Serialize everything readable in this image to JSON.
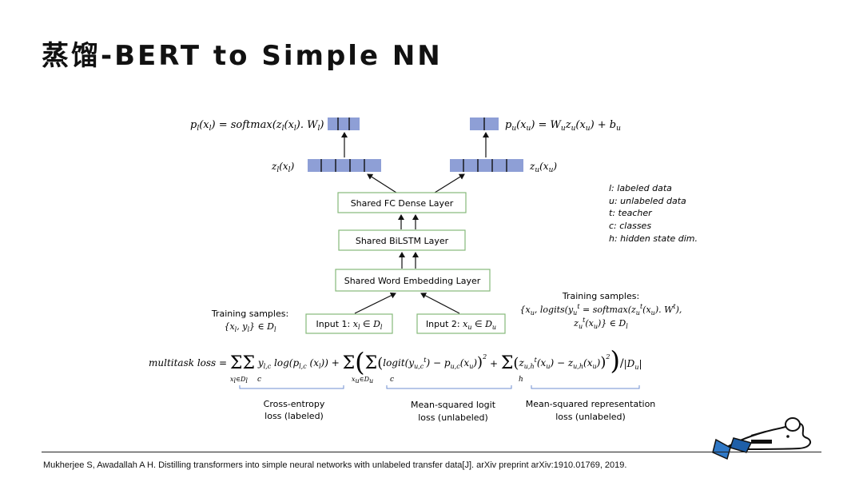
{
  "slide": {
    "title": "蒸馏-BERT to Simple NN",
    "citation": "Mukherjee S, Awadallah A H. Distilling transformers into simple neural networks with unlabeled transfer data[J]. arXiv preprint arXiv:1910.01769, 2019."
  },
  "diagram": {
    "p_l_label": "p_l(x_l) = softmax(z_l(x_l). W_l)",
    "p_u_label": "p_u(x_u) = W_u z_u(x_u) + b_u",
    "z_l_label": "z_l(x_l)",
    "z_u_label": "z_u(x_u)",
    "layers": {
      "fc": "Shared FC Dense Layer",
      "bilstm": "Shared BiLSTM Layer",
      "embedding": "Shared Word Embedding Layer"
    },
    "inputs": {
      "input1": "Input 1: x_l ∈ D_l",
      "input2": "Input 2: x_u ∈ D_u"
    },
    "training_left": {
      "line1": "Training samples:",
      "line2": "{x_l, y_l} ∈ D_l"
    },
    "training_right": {
      "line1": "Training samples:",
      "line2": "{x_u, logits(y_u^t = softmax(z_u^t(x_u). W^t),",
      "line3": "z_u^t(x_u)} ∈ D_l"
    },
    "legend": [
      "l: labeled data",
      "u: unlabeled data",
      "t: teacher",
      "c: classes",
      "h: hidden state dim."
    ],
    "loss_formula": "multitask loss = Σ_{x_l∈D_l} Σ_c y_{l,c} log(p_{l,c}(x_l)) + Σ_{x_u∈D_u} ( Σ_c (logit(y_{u,c}^t) − p_{u,c}(x_u))² + Σ_h (z_{u,h}^t(x_u) − z_{u,h}(x_u))² ) / |D_u|",
    "brace_labels": {
      "ce_line1": "Cross-entropy",
      "ce_line2": "loss (labeled)",
      "msl_line1": "Mean-squared logit",
      "msl_line2": "loss (unlabeled)",
      "msr_line1": "Mean-squared representation",
      "msr_line2": "loss (unlabeled)"
    }
  },
  "colors": {
    "vector_fill": "#8E9FD6",
    "layer_border": "#86B97A"
  }
}
